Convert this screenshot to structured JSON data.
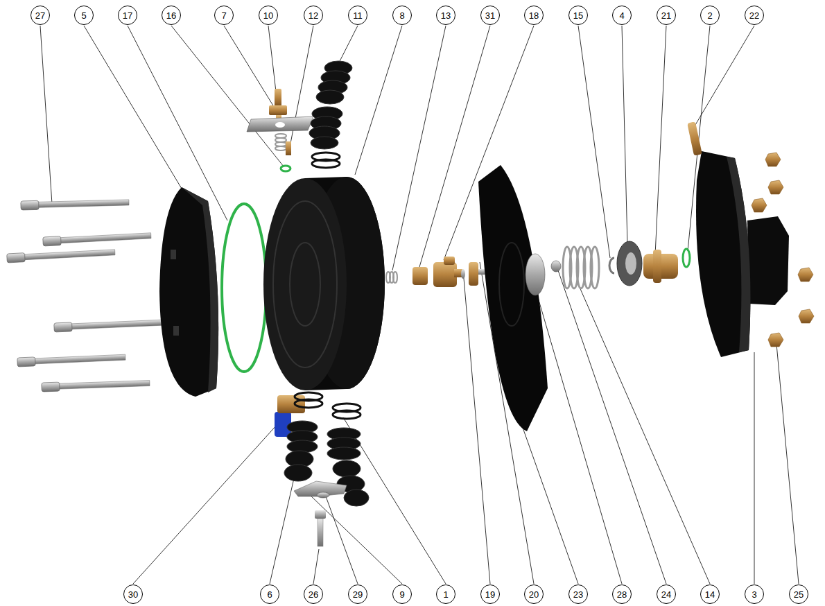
{
  "diagram": {
    "nodes": [
      {
        "text": [
          "27"
        ]
      },
      {
        "text": [
          "5"
        ]
      },
      {
        "text": [
          "17"
        ]
      },
      {
        "text": [
          "16"
        ]
      },
      {
        "text": [
          "7"
        ]
      },
      {
        "text": [
          "10"
        ]
      },
      {
        "text": [
          "12"
        ]
      },
      {
        "text": [
          "11"
        ]
      },
      {
        "text": [
          "8"
        ]
      },
      {
        "text": [
          "13"
        ]
      },
      {
        "text": [
          "31"
        ]
      },
      {
        "text": [
          "18"
        ]
      },
      {
        "text": [
          "15"
        ]
      },
      {
        "text": [
          "4"
        ]
      },
      {
        "text": [
          "21"
        ]
      },
      {
        "text": [
          "2"
        ]
      },
      {
        "text": [
          "22"
        ]
      },
      {
        "text": [
          "30"
        ]
      },
      {
        "text": [
          "6"
        ]
      },
      {
        "text": [
          "26"
        ]
      },
      {
        "text": [
          "29"
        ]
      },
      {
        "text": [
          "9"
        ]
      },
      {
        "text": [
          "1"
        ]
      },
      {
        "text": [
          "19"
        ]
      },
      {
        "text": [
          "20"
        ]
      },
      {
        "text": [
          "23"
        ]
      },
      {
        "text": [
          "28"
        ]
      },
      {
        "text": [
          "24"
        ]
      },
      {
        "text": [
          "14"
        ]
      },
      {
        "text": [
          "3"
        ]
      },
      {
        "text": [
          "25"
        ]
      }
    ]
  }
}
